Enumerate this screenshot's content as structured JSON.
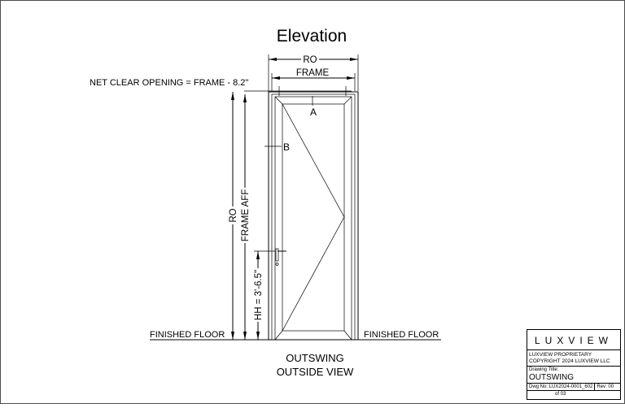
{
  "drawing": {
    "title": "Elevation",
    "dimensions": {
      "ro_top": "RO",
      "frame_top": "FRAME",
      "net_clear": "NET CLEAR OPENING = FRAME - 8.2\"",
      "ro_side": "RO",
      "frame_aff": "FRAME AFF",
      "handle_height": "HH = 3'-6.5\""
    },
    "callouts": {
      "a": "A",
      "b": "B"
    },
    "floor_left": "FINISHED FLOOR",
    "floor_right": "FINISHED FLOOR",
    "caption_line1": "OUTSWING",
    "caption_line2": "OUTSIDE VIEW"
  },
  "title_block": {
    "logo": "LUXVIEW",
    "proprietary_line1": "LUXVIEW PROPRIETARY",
    "proprietary_line2": "COPYRIGHT 2024 LUXVIEW LLC",
    "drawing_title_label": "Drawing Title:",
    "drawing_title": "OUTSWING",
    "dwg_no": "Dwg No: LUX2024-0001_602",
    "rev": "Rev: 00",
    "sheet": "of 03"
  }
}
